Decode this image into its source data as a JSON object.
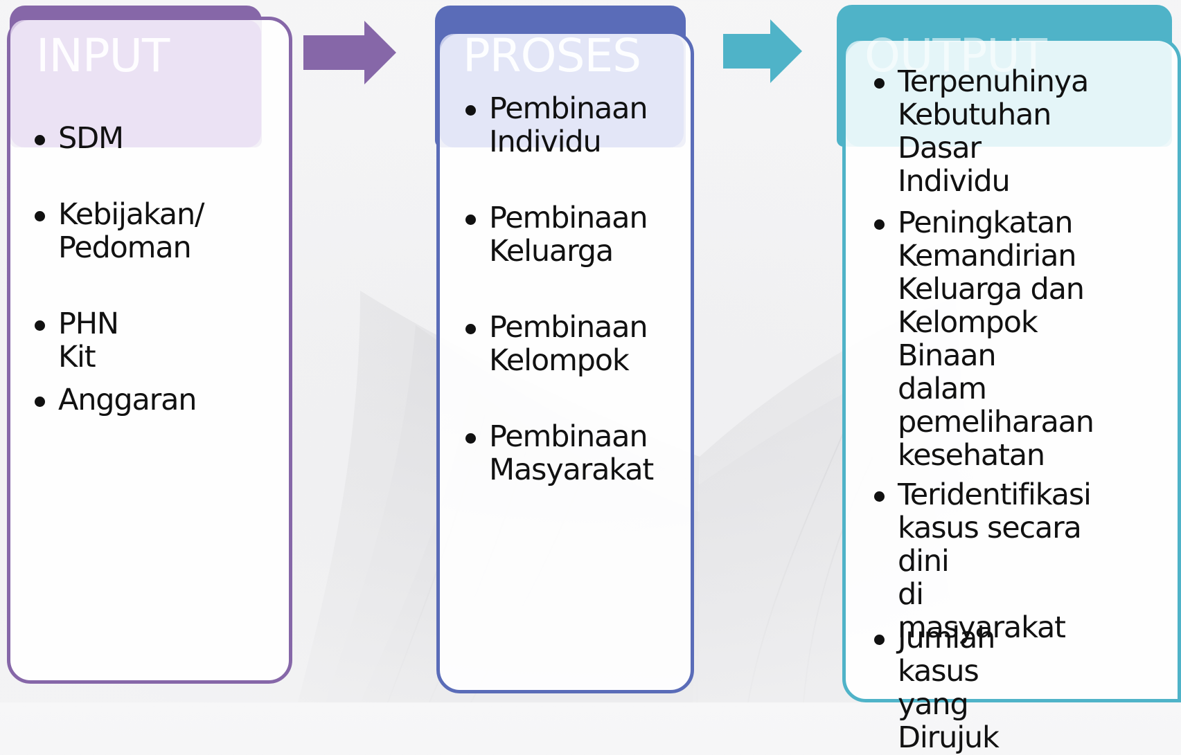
{
  "colors": {
    "input": "#8667a8",
    "proses": "#5a6cb8",
    "output": "#4fb3c8"
  },
  "diagram": {
    "input": {
      "title": "INPUT",
      "items": [
        "SDM",
        "Kebijakan/\nPedoman",
        "PHN Kit",
        "Anggaran"
      ]
    },
    "proses": {
      "title": "PROSES",
      "items": [
        "Pembinaan\nIndividu",
        "Pembinaan\nKeluarga",
        "Pembinaan\nKelompok",
        "Pembinaan\nMasyarakat"
      ]
    },
    "output": {
      "title": "OUTPUT",
      "items": [
        "Terpenuhinya\nKebutuhan Dasar\nIndividu",
        "Peningkatan\nKemandirian\nKeluarga dan\nKelompok Binaan\ndalam\npemeliharaan\nkesehatan",
        "Teridentifikasi\nkasus secara dini\ndi masyarakat",
        "Jumlah kasus\nyang Dirujuk"
      ]
    }
  }
}
